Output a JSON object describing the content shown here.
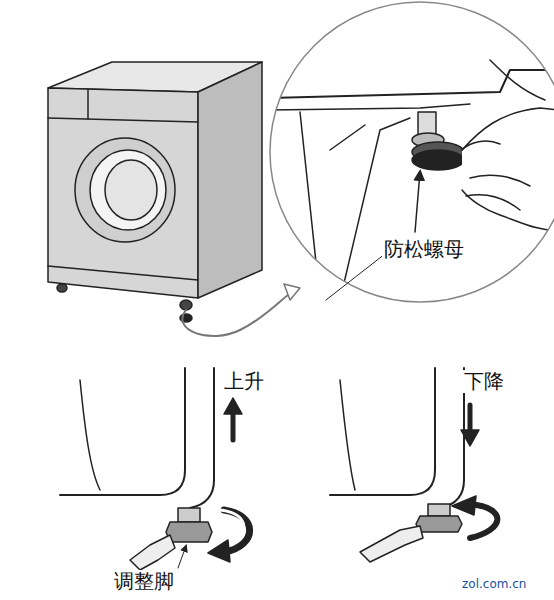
{
  "diagram": {
    "labels": [
      "防松螺母",
      "上升",
      "下降",
      "调整脚",
      "zol.com.cn"
    ]
  }
}
